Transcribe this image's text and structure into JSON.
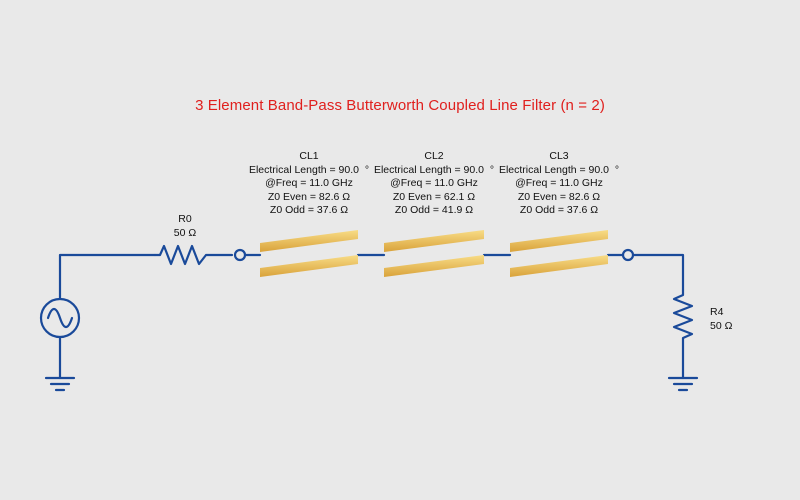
{
  "title": "3 Element Band-Pass Butterworth Coupled Line Filter (n = 2)",
  "colors": {
    "wire": "#1a4a9a",
    "title": "#e0201e",
    "gold_light": "#f6d57a",
    "gold_dark": "#d7a33a",
    "background": "#e9e9e9"
  },
  "source": {
    "icon": "ac-source-icon"
  },
  "resistors": [
    {
      "name": "R0",
      "value": "50 Ω"
    },
    {
      "name": "R4",
      "value": "50 Ω"
    }
  ],
  "coupled_lines": [
    {
      "name": "CL1",
      "electrical_length": "Electrical Length = 90.0",
      "degree": "°",
      "freq": "@Freq = 11.0 GHz",
      "z0_even": "Z0 Even = 82.6 Ω",
      "z0_odd": "Z0 Odd = 37.6 Ω"
    },
    {
      "name": "CL2",
      "electrical_length": "Electrical Length = 90.0",
      "degree": "°",
      "freq": "@Freq = 11.0 GHz",
      "z0_even": "Z0 Even = 62.1 Ω",
      "z0_odd": "Z0 Odd = 41.9 Ω"
    },
    {
      "name": "CL3",
      "electrical_length": "Electrical Length = 90.0",
      "degree": "°",
      "freq": "@Freq = 11.0 GHz",
      "z0_even": "Z0 Even = 82.6 Ω",
      "z0_odd": "Z0 Odd = 37.6 Ω"
    }
  ]
}
